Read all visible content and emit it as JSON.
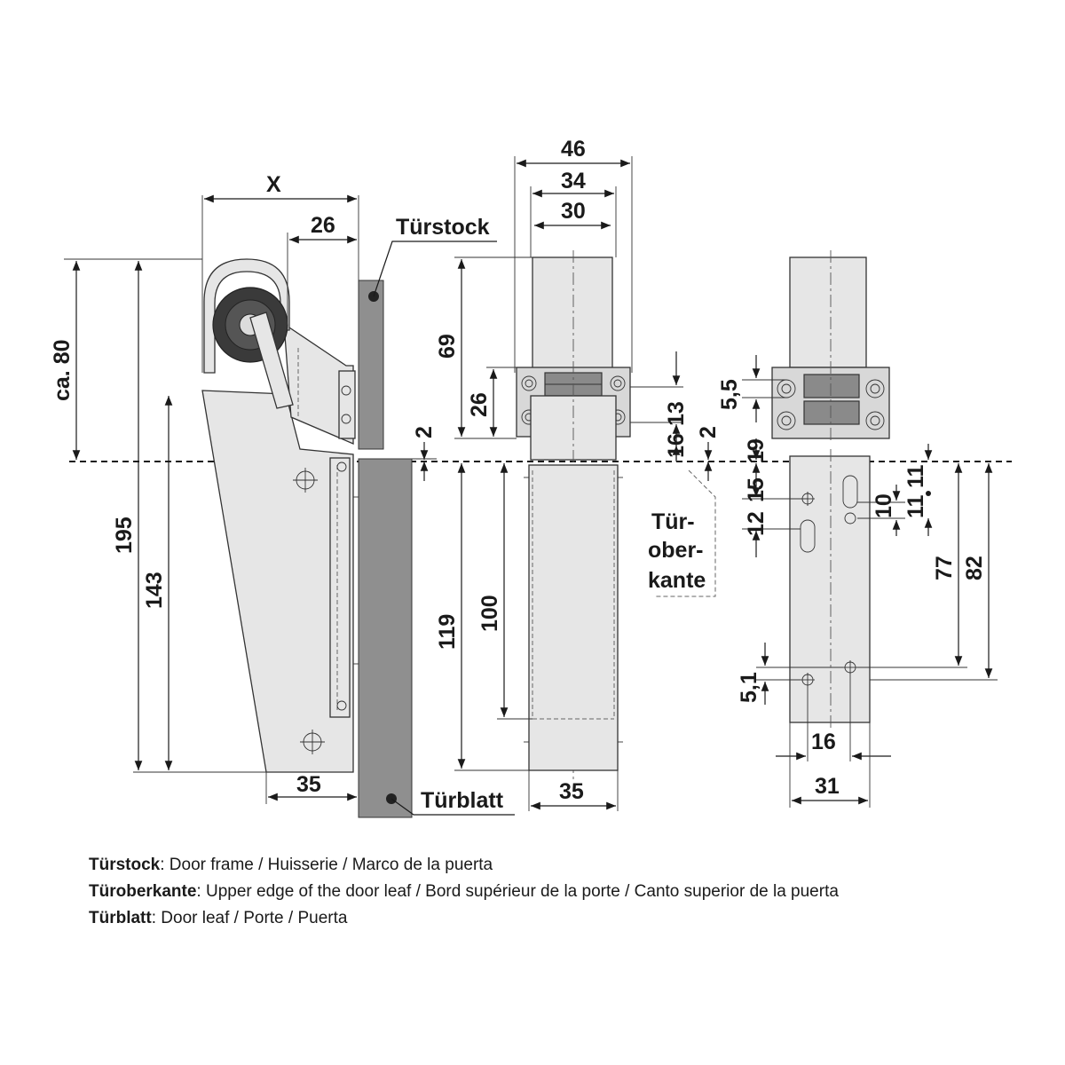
{
  "labels": {
    "tuerstock": "Türstock",
    "tuerblatt": "Türblatt",
    "tueroberkante_1": "Tür-",
    "tueroberkante_2": "ober-",
    "tueroberkante_3": "kante"
  },
  "dimensions": {
    "x": "X",
    "d26_top": "26",
    "ca80": "ca. 80",
    "d195": "195",
    "d143": "143",
    "d35_left": "35",
    "d2_left": "2",
    "d46": "46",
    "d34": "34",
    "d30": "30",
    "d69": "69",
    "d26_mid": "26",
    "d13": "13",
    "d16": "16",
    "d2_mid": "2",
    "d119": "119",
    "d100": "100",
    "d35_mid": "35",
    "d5_5": "5,5",
    "d19": "19",
    "d15": "15",
    "d12": "12",
    "d10": "10",
    "d11a": "11",
    "d11b": "11",
    "d77": "77",
    "d82": "82",
    "d5_1": "5,1",
    "d16_right": "16",
    "d31": "31"
  },
  "legend": [
    {
      "term": "Türstock",
      "text": ": Door frame / Huisserie / Marco de la puerta"
    },
    {
      "term": "Türoberkante",
      "text": ": Upper edge of the door leaf / Bord supérieur de la porte /  Canto superior de la puerta"
    },
    {
      "term": "Türblatt",
      "text": ": Door leaf / Porte / Puerta"
    }
  ]
}
